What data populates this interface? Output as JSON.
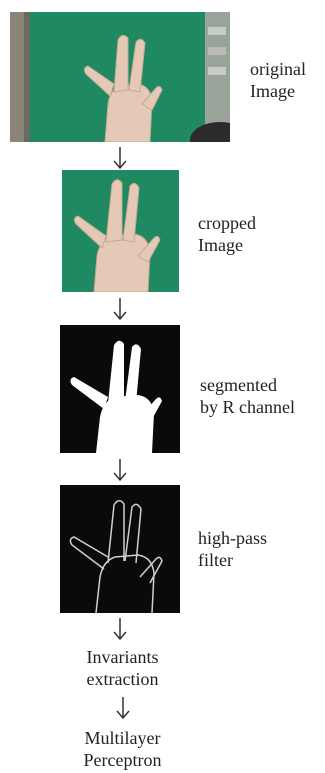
{
  "stages": [
    {
      "id": "original",
      "label": "original\nImage"
    },
    {
      "id": "cropped",
      "label": "cropped\nImage"
    },
    {
      "id": "segmented",
      "label": "segmented\nby R channel"
    },
    {
      "id": "highpass",
      "label": "high-pass\nfilter"
    }
  ],
  "steps": [
    {
      "id": "invariants",
      "label": "Invariants\nextraction"
    },
    {
      "id": "mlp",
      "label": "Multilayer\nPerceptron"
    }
  ],
  "colors": {
    "green_board": "#1f8a62",
    "skin": "#e4c9b6",
    "black": "#0a0a0a",
    "white": "#ffffff",
    "edge": "#cfcfcf",
    "arrow": "#333333"
  },
  "icons": {
    "flow_arrow": "down-arrow-icon"
  }
}
